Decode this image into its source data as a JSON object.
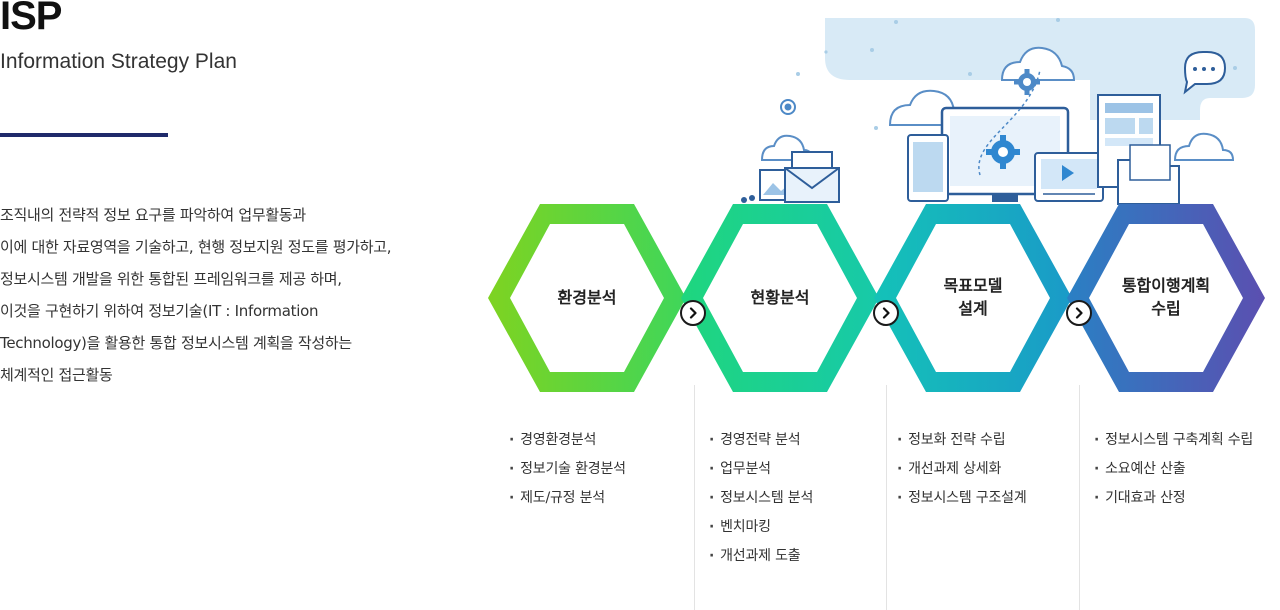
{
  "header": {
    "title": "ISP",
    "subtitle": "Information Strategy Plan"
  },
  "description": {
    "lines": [
      "조직내의 전략적 정보 요구를 파악하여 업무활동과",
      "이에 대한 자료영역을 기술하고, 현행 정보지원 정도를 평가하고,",
      "정보시스템 개발을 위한 통합된 프레임워크를 제공 하며,",
      "이것을 구현하기 위하여 정보기술(IT : Information",
      "Technology)을 활용한 통합 정보시스템 계획을 작성하는",
      "체계적인 접근활동"
    ]
  },
  "steps": [
    {
      "label_lines": [
        "환경분석"
      ],
      "gradient": [
        "#7ed321",
        "#3fd65a"
      ],
      "items": [
        "경영환경분석",
        "정보기술 환경분석",
        "제도/규정 분석"
      ]
    },
    {
      "label_lines": [
        "현황분석"
      ],
      "gradient": [
        "#1fd67e",
        "#17c9a9"
      ],
      "items": [
        "경영전략 분석",
        "업무분석",
        "정보시스템 분석",
        "벤치마킹",
        "개선과제 도출"
      ]
    },
    {
      "label_lines": [
        "목표모델",
        "설계"
      ],
      "gradient": [
        "#14c2b8",
        "#1a9ac8"
      ],
      "items": [
        "정보화  전략 수립",
        "개선과제 상세화",
        "정보시스템 구조설계"
      ]
    },
    {
      "label_lines": [
        "통합이행계획",
        "수립"
      ],
      "gradient": [
        "#2a80c4",
        "#5b4fb0"
      ],
      "items": [
        "정보시스템  구축계획  수립",
        "소요예산 산출",
        "기대효과 산정"
      ]
    }
  ],
  "icons": {
    "arrow": "chevron-right-icon",
    "illustration": [
      "cloud-icon",
      "gear-icon",
      "monitor-icon",
      "tablet-icon",
      "mail-icon",
      "chat-bubble-icon",
      "video-player-icon",
      "folder-icon",
      "document-icon"
    ]
  }
}
